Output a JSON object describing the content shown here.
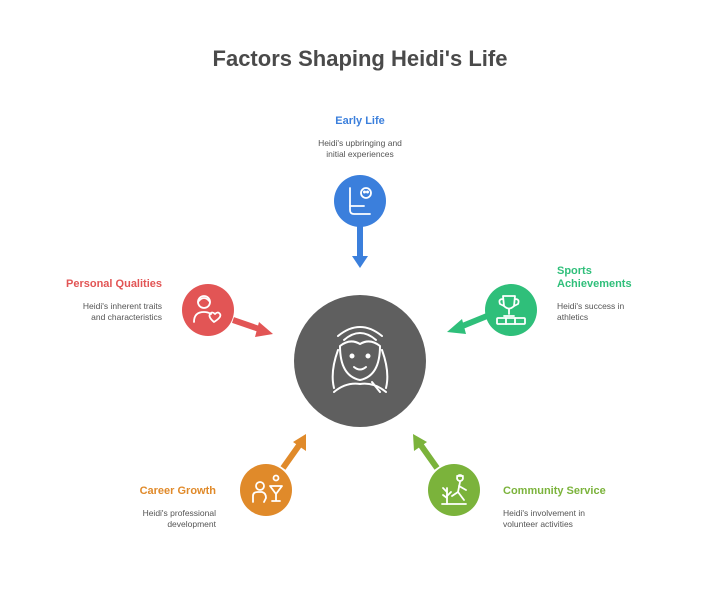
{
  "title": "Factors Shaping Heidi's Life",
  "colors": {
    "center": "#5f5f5f",
    "early_life": "#3b7fdc",
    "sports": "#2fbf7a",
    "personal": "#e25555",
    "career": "#e08a2a",
    "community": "#7bb33b"
  },
  "center": {
    "icon": "heidi-portrait-icon"
  },
  "factors": [
    {
      "key": "early_life",
      "title": "Early Life",
      "description": [
        "Heidi's upbringing and",
        "initial experiences"
      ],
      "icon": "child-seat-icon"
    },
    {
      "key": "sports",
      "title": [
        "Sports",
        "Achievements"
      ],
      "description": [
        "Heidi's success in",
        "athletics"
      ],
      "icon": "trophy-icon"
    },
    {
      "key": "personal",
      "title": "Personal Qualities",
      "description": [
        "Heidi's inherent traits",
        "and characteristics"
      ],
      "icon": "person-heart-icon"
    },
    {
      "key": "career",
      "title": "Career Growth",
      "description": [
        "Heidi's professional",
        "development"
      ],
      "icon": "person-trophy-icon"
    },
    {
      "key": "community",
      "title": "Community Service",
      "description": [
        "Heidi's involvement in",
        "volunteer activities"
      ],
      "icon": "volunteer-planting-icon"
    }
  ]
}
